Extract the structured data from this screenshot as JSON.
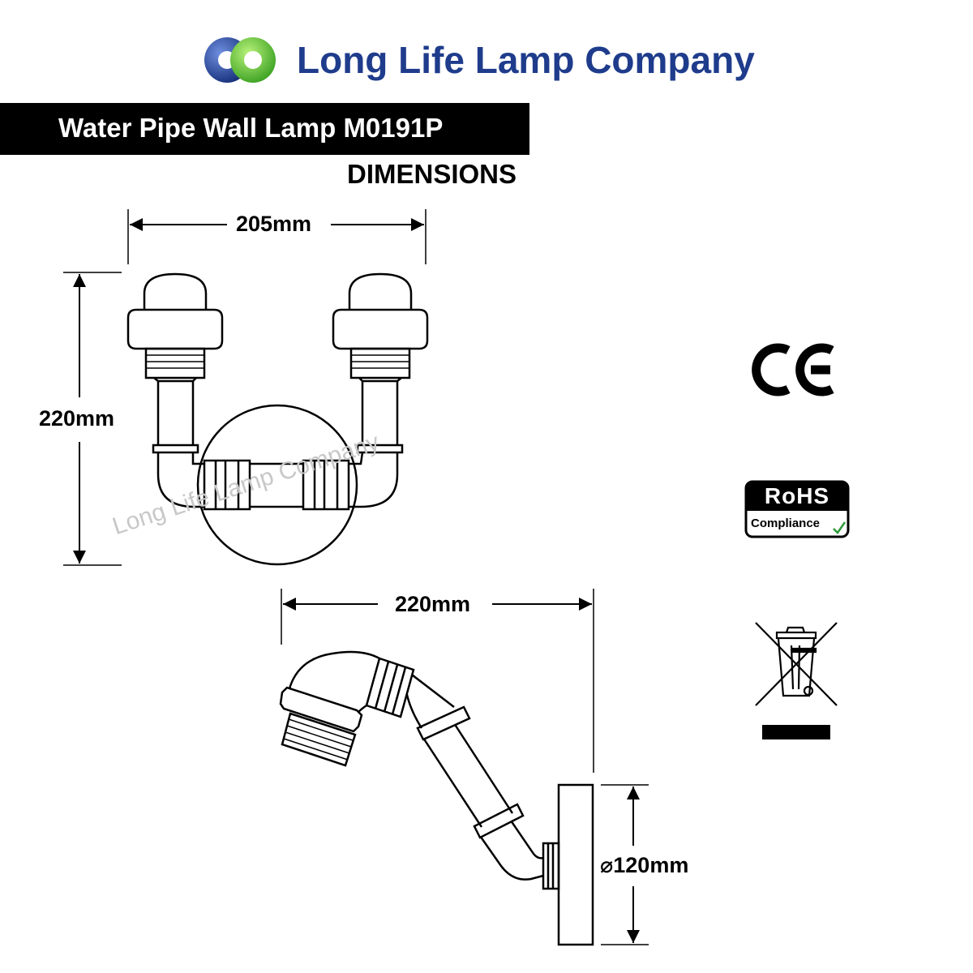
{
  "brand": {
    "name": "Long Life Lamp Company",
    "logo_colors": [
      "#1f3c8c",
      "#5bc236"
    ]
  },
  "header": {
    "title": "Water Pipe Wall Lamp M0191P",
    "subtitle": "DIMENSIONS"
  },
  "front_view": {
    "width_label": "205mm",
    "height_label": "220mm",
    "watermark": "Long Life Lamp Company"
  },
  "side_view": {
    "depth_label": "220mm",
    "diameter_symbol": "⌀",
    "diameter_label": "120mm"
  },
  "certifications": {
    "ce": "CE",
    "rohs_title": "RoHS",
    "rohs_sub": "Compliance",
    "weee_icon": "crossed-out-wheelie-bin-icon"
  }
}
